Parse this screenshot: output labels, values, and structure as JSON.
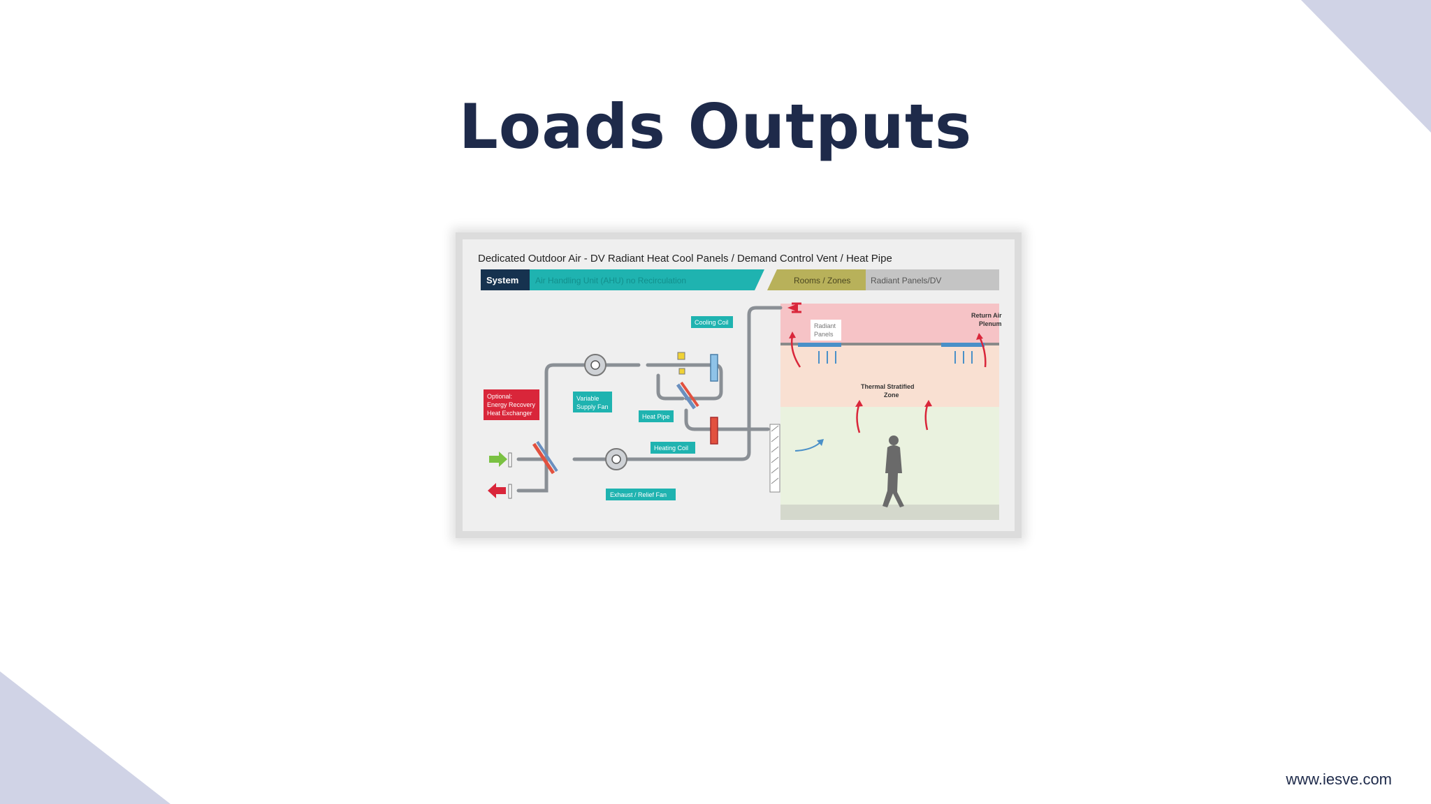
{
  "slide": {
    "title": "Loads Outputs",
    "footer_url": "www.iesve.com"
  },
  "diagram": {
    "heading": "Dedicated Outdoor Air - DV Radiant Heat  Cool Panels / Demand Control Vent / Heat Pipe",
    "tabs": {
      "system": "System",
      "ahu": "Air Handling Unit (AHU) no Recirculation",
      "rooms": "Rooms / Zones",
      "radiant": "Radiant Panels/DV"
    },
    "labels": {
      "cooling_coil": "Cooling Coil",
      "variable_supply_fan_1": "Variable",
      "variable_supply_fan_2": "Supply Fan",
      "heat_pipe": "Heat Pipe",
      "heating_coil": "Heating Coil",
      "exhaust_relief_fan": "Exhaust / Relief Fan",
      "optional_1": "Optional:",
      "optional_2": "Energy Recovery",
      "optional_3": "Heat Exchanger",
      "radiant_panels_1": "Radiant",
      "radiant_panels_2": "Panels",
      "return_air_1": "Return Air",
      "return_air_2": "Plenum",
      "thermal_1": "Thermal Stratified",
      "thermal_2": "Zone"
    }
  },
  "colors": {
    "title": "#1e2a4a",
    "corner": "#d0d3e6",
    "teal": "#1fb3b0",
    "red": "#d9263a",
    "navy": "#16324f",
    "olive": "#b8b15a"
  }
}
